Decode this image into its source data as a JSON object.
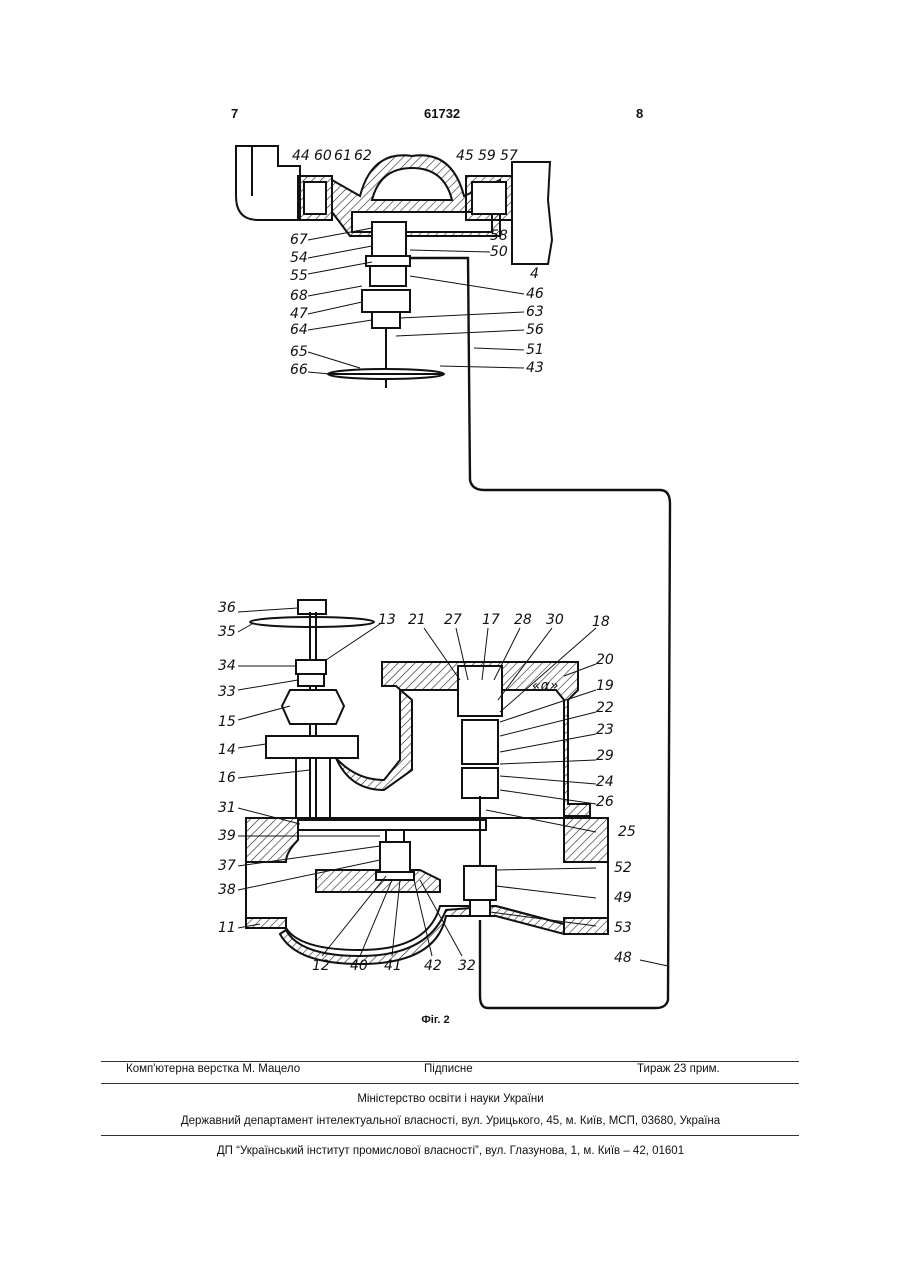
{
  "header": {
    "left_page": "7",
    "patent_number": "61732",
    "right_page": "8"
  },
  "figure": {
    "caption": "Фіг. 2",
    "top_labels": [
      "44",
      "60",
      "61",
      "62",
      "45",
      "59",
      "57",
      "67",
      "58",
      "54",
      "50",
      "55",
      "68",
      "46",
      "47",
      "63",
      "64",
      "56",
      "65",
      "51",
      "66",
      "43",
      "4"
    ],
    "bottom_labels": [
      "36",
      "35",
      "13",
      "34",
      "33",
      "15",
      "14",
      "16",
      "31",
      "39",
      "37",
      "38",
      "11",
      "12",
      "40",
      "41",
      "42",
      "32",
      "21",
      "27",
      "17",
      "28",
      "30",
      "18",
      "20",
      "«α»",
      "19",
      "22",
      "23",
      "29",
      "24",
      "26",
      "25",
      "52",
      "49",
      "53",
      "48"
    ]
  },
  "footer": {
    "layout": "Комп'ютерна верстка М. Мацело",
    "signed": "Підписне",
    "circulation": "Тираж 23 прим.",
    "ministry": "Міністерство освіти і науки України",
    "department": "Державний департамент інтелектуальної власності, вул. Урицького, 45, м. Київ, МСП, 03680, Україна",
    "institute": "ДП “Український інститут промислової власності”, вул. Глазунова, 1, м. Київ – 42, 01601"
  }
}
